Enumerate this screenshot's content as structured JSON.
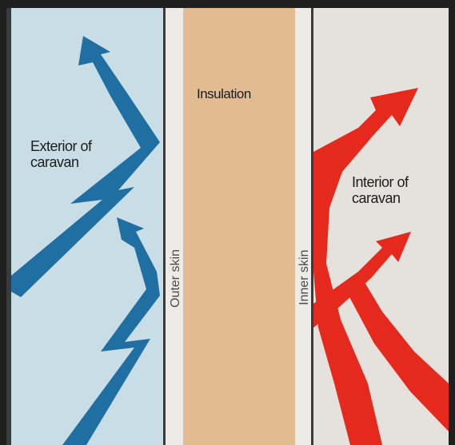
{
  "labels": {
    "exterior": "Exterior of\ncaravan",
    "insulation": "Insulation",
    "interior": "Interior of\ncaravan",
    "outer_skin": "Outer skin",
    "inner_skin": "Inner skin"
  },
  "colors": {
    "cold_arrow": "#1f6fa3",
    "warm_arrow": "#e5291d",
    "exterior_bg": "#c9dde7",
    "insulation_bg": "#e2bb92",
    "interior_bg": "#e5e1dc"
  }
}
